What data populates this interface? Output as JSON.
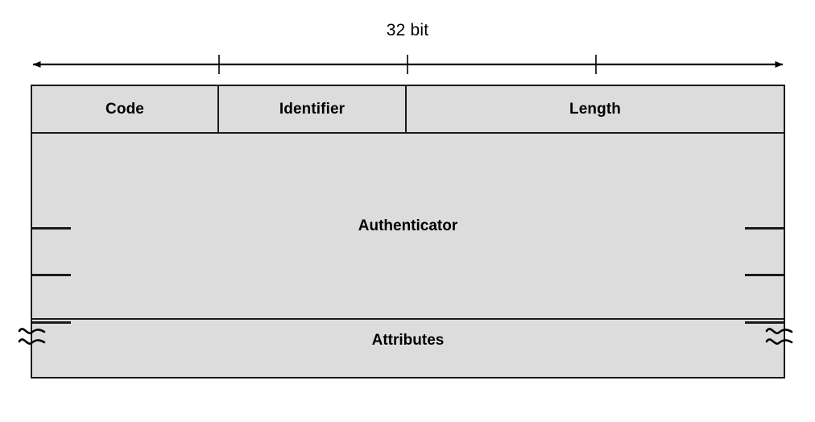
{
  "diagram": {
    "title_caption": "32 bit",
    "ruler": {
      "name": "width-ruler",
      "tick_count": 3,
      "arrow_style": "double-headed"
    },
    "fill_color": "#dcdcdc",
    "line_color": "#1a1a1a",
    "rows": [
      {
        "name": "header-row",
        "fields": [
          {
            "label": "Code",
            "bits": 8
          },
          {
            "label": "Identifier",
            "bits": 8
          },
          {
            "label": "Length",
            "bits": 16
          }
        ]
      },
      {
        "name": "authenticator-row",
        "label": "Authenticator",
        "continuation_ticks": 3
      },
      {
        "name": "attributes-row",
        "label": "Attributes",
        "break_marks": 2
      }
    ]
  }
}
